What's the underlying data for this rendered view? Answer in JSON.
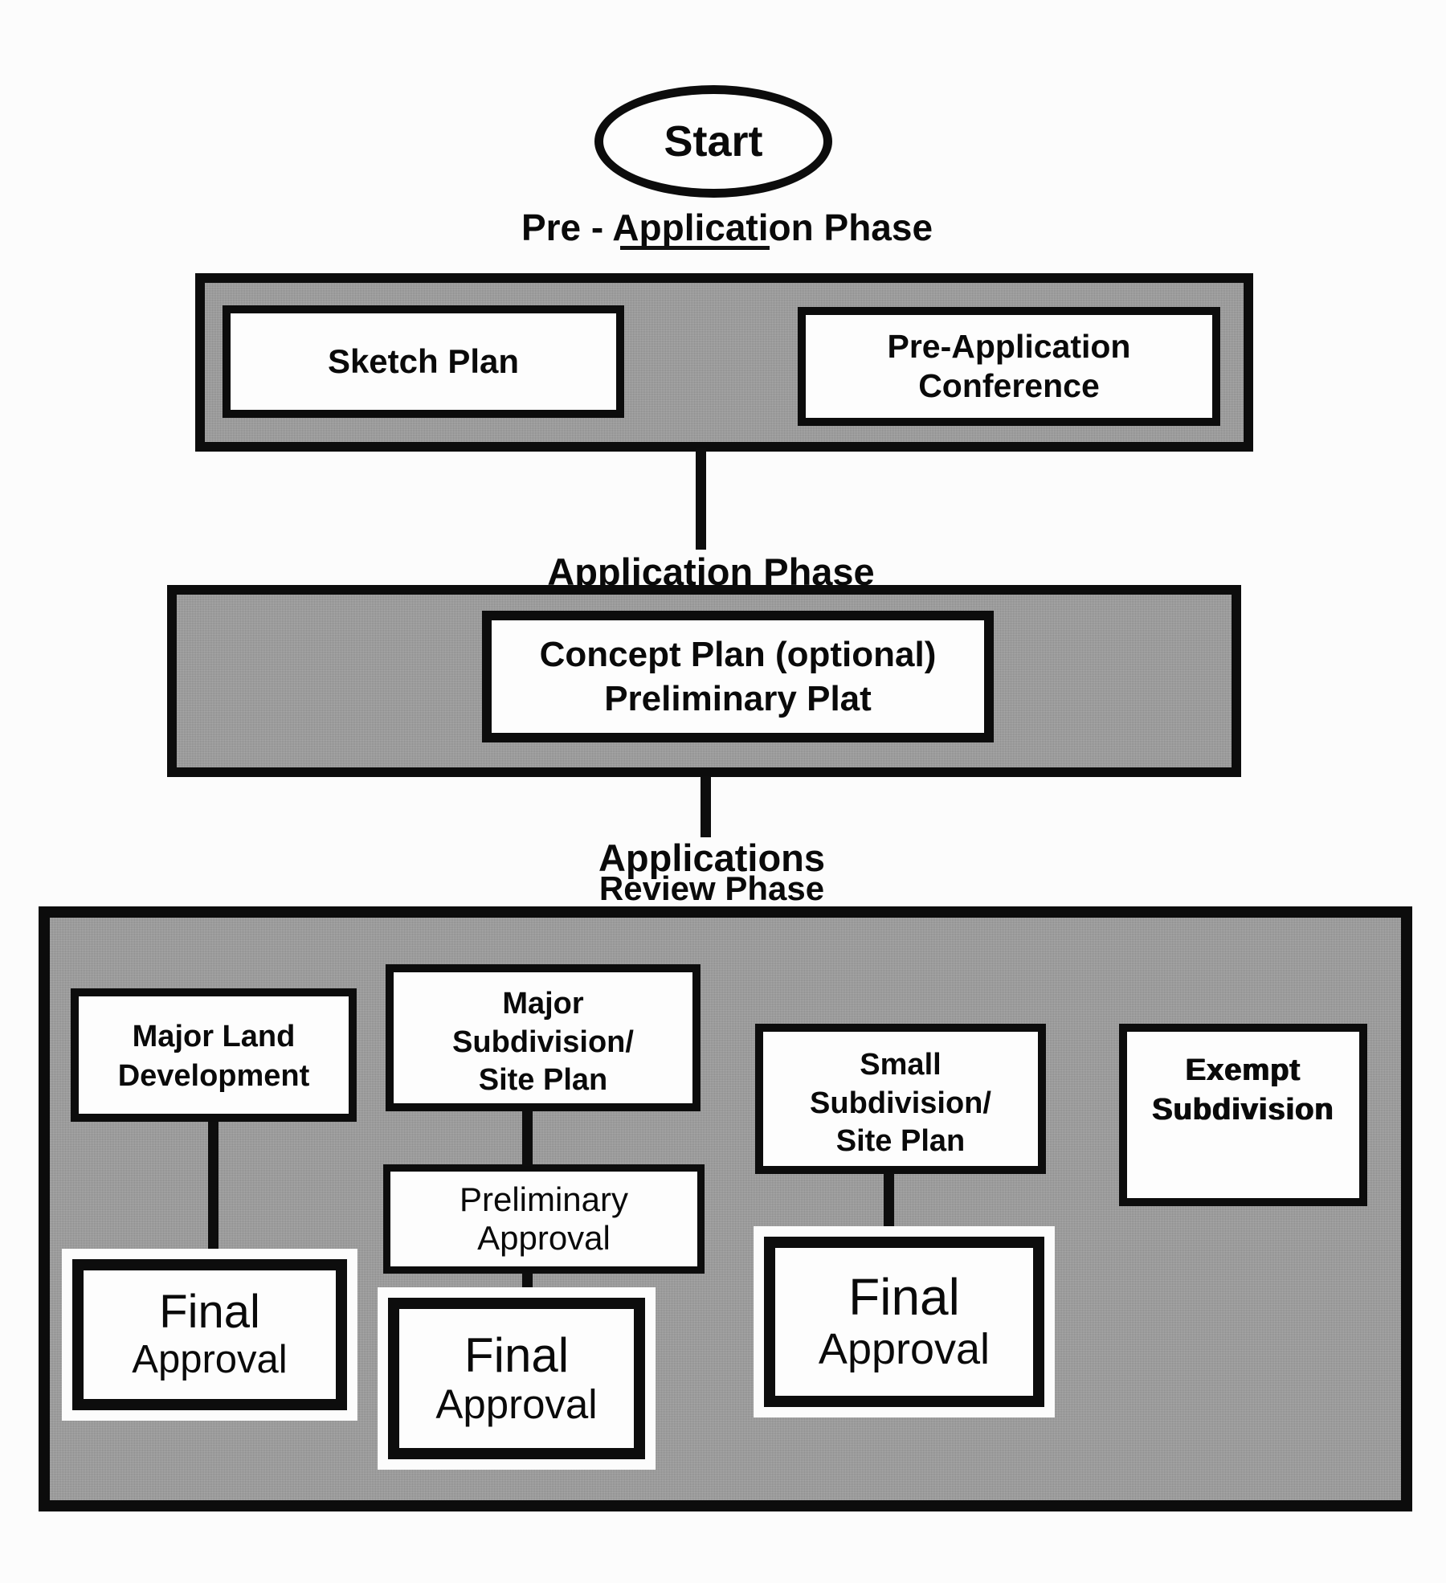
{
  "start": {
    "label": "Start"
  },
  "pre_application": {
    "heading": "Pre - Application Phase",
    "sketch_plan": "Sketch Plan",
    "conference": "Pre-Application\nConference"
  },
  "application": {
    "heading": "Application Phase",
    "concept_plan": "Concept Plan (optional)\nPreliminary Plat"
  },
  "review": {
    "heading_line1": "Applications",
    "heading_line2": "Review Phase",
    "major_land_development": "Major Land\nDevelopment",
    "major_subdivision": "Major\nSubdivision/\nSite Plan",
    "small_subdivision": "Small\nSubdivision/\nSite Plan",
    "exempt_subdivision": "Exempt\nSubdivision",
    "preliminary_approval": "Preliminary\nApproval",
    "final_word": "Final",
    "approval_word": "Approval"
  },
  "colors": {
    "border": "#0c0c0c",
    "band_fill": "#9e9e9e",
    "node_fill": "#fdfdfd",
    "page_bg": "#fcfcfc",
    "text": "#0a0a0a"
  }
}
